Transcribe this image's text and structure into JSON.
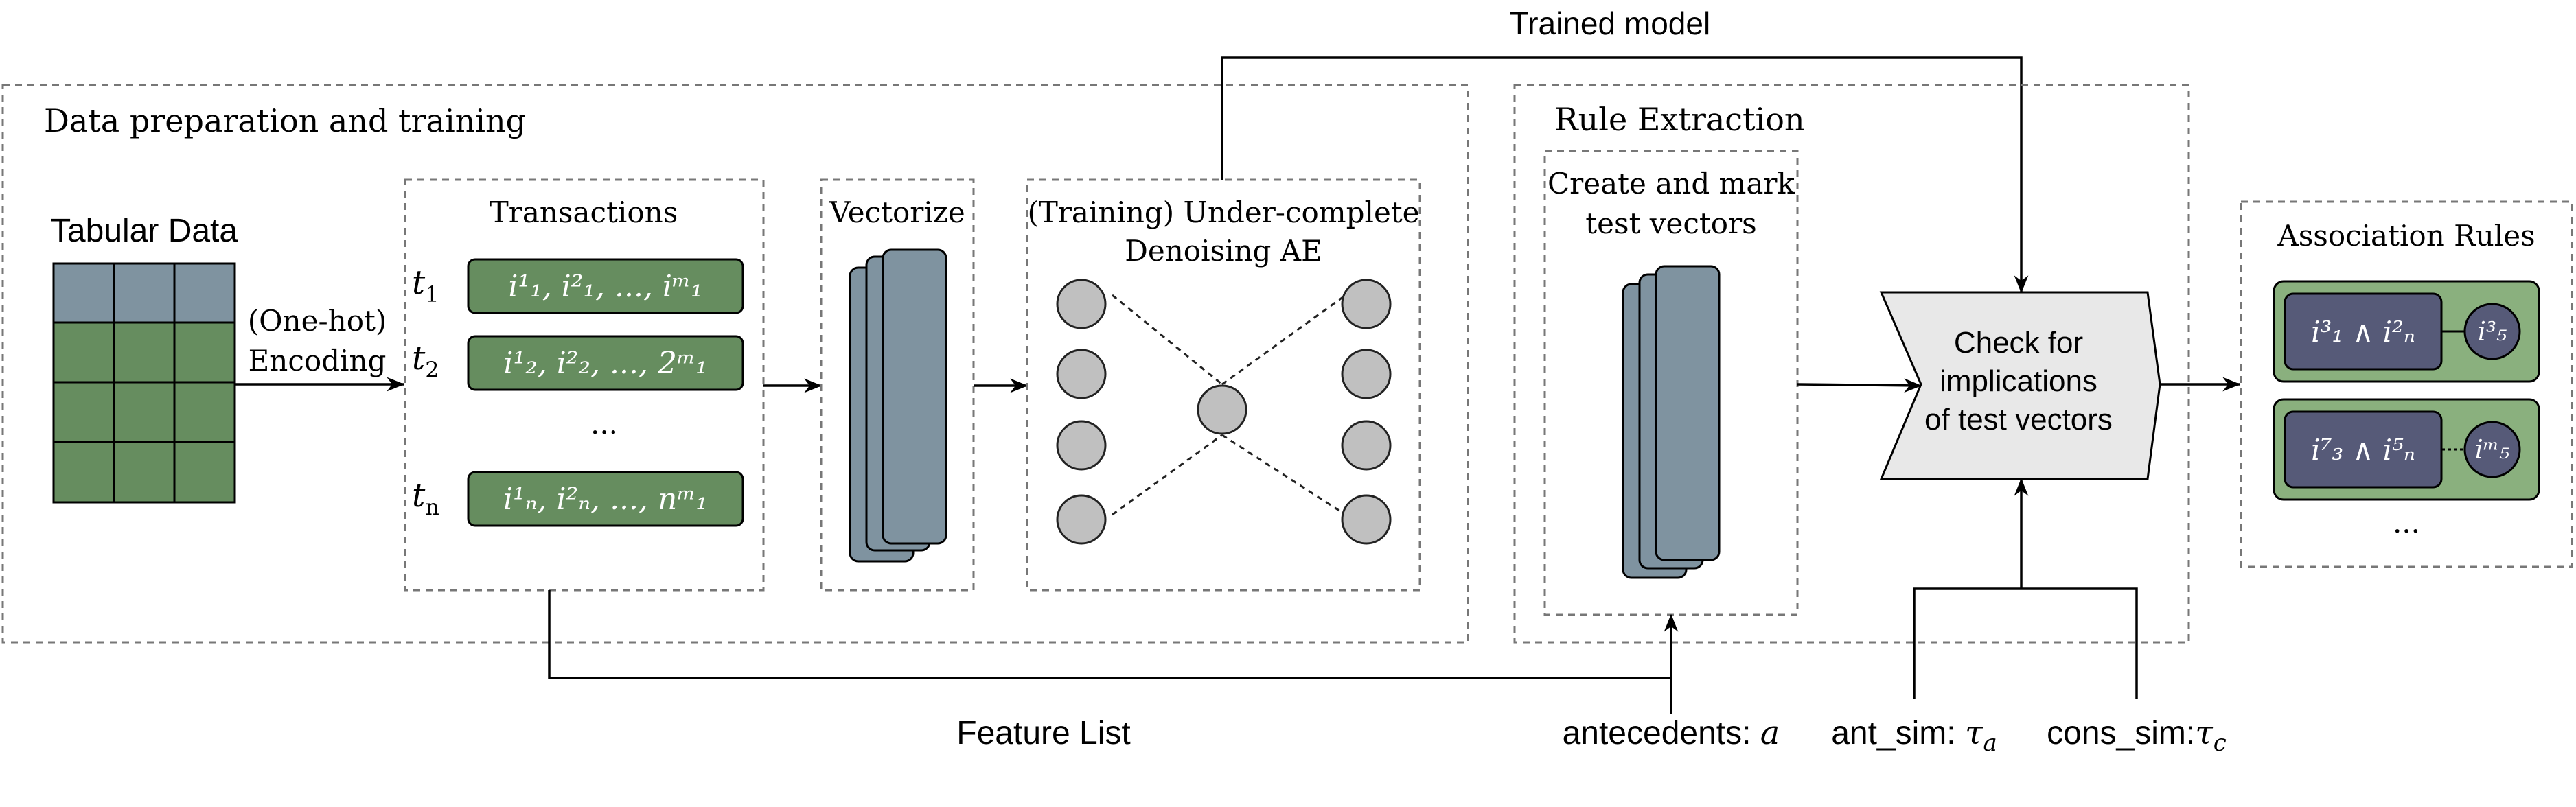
{
  "top_label": "Trained model",
  "prep_section": {
    "title": "Data preparation and training"
  },
  "tabular": {
    "title": "Tabular Data"
  },
  "encoding": {
    "line1": "(One-hot)",
    "line2": "Encoding"
  },
  "transactions": {
    "title": "Transactions",
    "rows": [
      {
        "label": "t",
        "sub": "1",
        "content": "i¹₁, i²₁, ..., iᵐ₁"
      },
      {
        "label": "t",
        "sub": "2",
        "content": "i¹₂, i²₂, ..., 2ᵐ₁"
      },
      {
        "label": "t",
        "sub": "n",
        "content": "i¹ₙ, i²ₙ, ..., nᵐ₁"
      }
    ],
    "ellipsis": "..."
  },
  "vectorize": {
    "title": "Vectorize"
  },
  "autoencoder": {
    "line1": "(Training) Under-complete",
    "line2": "Denoising AE"
  },
  "rule_section": {
    "title": "Rule Extraction"
  },
  "test_vectors": {
    "line1": "Create and mark",
    "line2": "test vectors"
  },
  "check": {
    "line1": "Check for",
    "line2": "implications",
    "line3": "of test vectors"
  },
  "assoc": {
    "title": "Association Rules",
    "rules": [
      {
        "antecedent": "i³₁ ∧ i²ₙ",
        "consequent": "i³₅"
      },
      {
        "antecedent": "i⁷₃ ∧ i⁵ₙ",
        "consequent": "iᵐ₅"
      }
    ],
    "ellipsis": "..."
  },
  "feature_list": "Feature List",
  "params": {
    "antecedents": {
      "label": "antecedents: ",
      "symbol": "a"
    },
    "ant_sim": {
      "label": "ant_sim: ",
      "symbol": "τ",
      "sub": "a"
    },
    "cons_sim": {
      "label": "cons_sim:",
      "symbol": "τ",
      "sub": "c"
    }
  },
  "colors": {
    "green": "#668d5f",
    "bluegray": "#7f93a0",
    "node": "#c0c0c0",
    "rule_box": "#8ab07e",
    "rule_inner": "#565a78"
  }
}
